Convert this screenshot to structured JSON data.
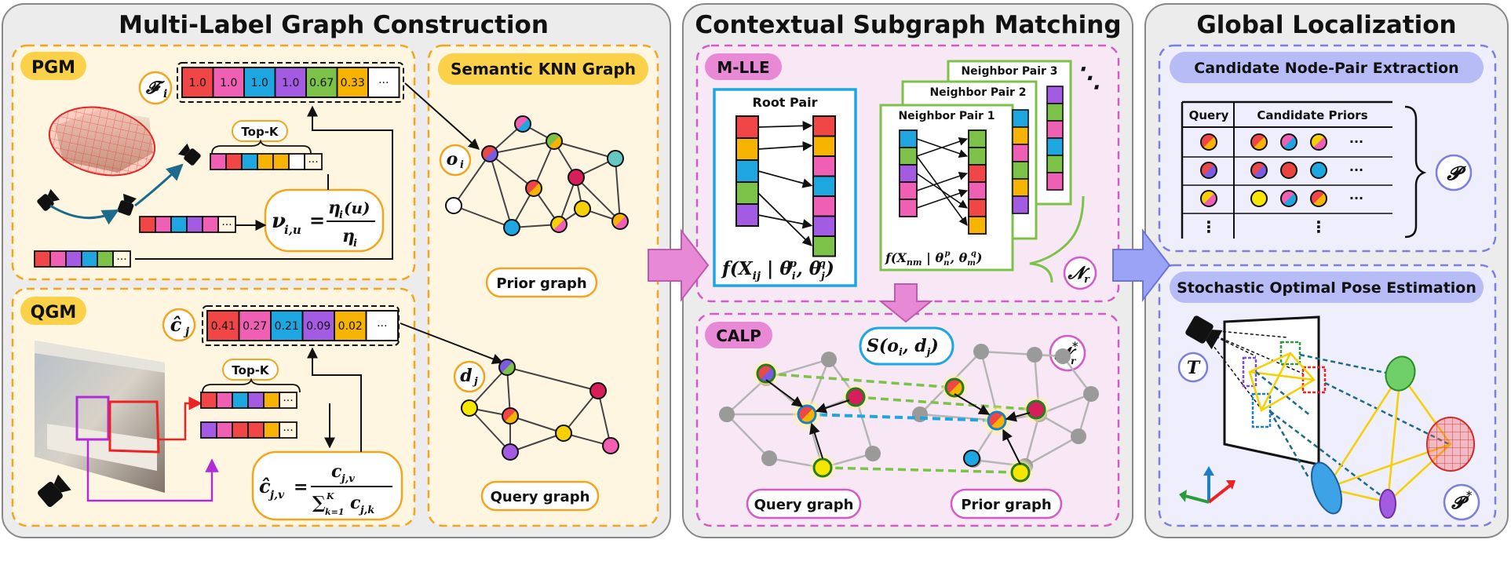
{
  "panels": {
    "left": {
      "title": "Multi-Label Graph Construction"
    },
    "middle": {
      "title": "Contextual Subgraph Matching"
    },
    "right": {
      "title": "Global Localization"
    }
  },
  "pgm": {
    "tag": "PGM",
    "feature_symbol": "𝓕",
    "feature_subscript": "i",
    "feature_values": [
      "1.0",
      "1.0",
      "1.0",
      "1.0",
      "0.67",
      "0.33",
      "···"
    ],
    "topk": "Top-K",
    "formula_lhs": "ν",
    "formula_lhs_sub": "i,u",
    "formula_num": "η",
    "formula_num_sub": "i",
    "formula_num_arg": "(u)",
    "formula_den": "η",
    "formula_den_sub": "i",
    "dots": "···"
  },
  "qgm": {
    "tag": "QGM",
    "feature_symbol": "ĉ",
    "feature_subscript": "j",
    "feature_values": [
      "0.41",
      "0.27",
      "0.21",
      "0.09",
      "0.02",
      "···"
    ],
    "topk": "Top-K",
    "formula_lhs": "ĉ",
    "formula_lhs_sub": "j,v",
    "formula_num": "c",
    "formula_num_sub": "j,v",
    "formula_den_sum": "∑",
    "formula_den_sup": "K",
    "formula_den_low": "k=1",
    "formula_den_c": "c",
    "formula_den_sub": "j,k",
    "dots": "···"
  },
  "semantic_knn": {
    "title": "Semantic KNN Graph",
    "prior_node": "o",
    "prior_node_sub": "i",
    "prior_label": "Prior graph",
    "query_node": "d",
    "query_node_sub": "j",
    "query_label": "Query graph"
  },
  "mlle": {
    "tag": "M-LLE",
    "root_label": "Root Pair",
    "neighbor_labels": [
      "Neighbor Pair 1",
      "Neighbor Pair 2",
      "Neighbor Pair 3"
    ],
    "root_formula": "f(X",
    "root_formula_sub": "ij",
    "root_formula_rest": " | θ",
    "root_theta1_sup": "p",
    "root_theta1_sub": "i",
    "root_theta2_sup": "q",
    "root_theta2_sub": "j",
    "nb_formula": "f(X",
    "nb_formula_sub": "nm",
    "nb_theta1_sup": "p",
    "nb_theta1_sub": "n",
    "nb_theta2_sup": "q",
    "nb_theta2_sub": "m",
    "nr_symbol": "𝓝",
    "nr_sub": "r",
    "ellipsis": "⋱"
  },
  "calp": {
    "tag": "CALP",
    "score": "S(o",
    "score_sub1": "i",
    "score_mid": ", d",
    "score_sub2": "j",
    "score_end": ")",
    "nr_star_symbol": "𝓝",
    "nr_star_sub": "r",
    "nr_star_sup": "*",
    "query_label": "Query graph",
    "prior_label": "Prior graph"
  },
  "candidate": {
    "title": "Candidate Node-Pair Extraction",
    "col_query": "Query",
    "col_priors": "Candidate Priors",
    "dots": "···",
    "vdots": "⋮",
    "set_symbol": "𝓟"
  },
  "pose": {
    "title": "Stochastic Optimal Pose Estimation",
    "t_symbol": "T",
    "pstar_symbol": "𝓟",
    "pstar_sup": "*"
  },
  "colors": {
    "orange_dash": "#f2a51e",
    "magenta_dash": "#d25bc9",
    "blue_dash": "#7b7fe0",
    "panel_gray": "#ececec",
    "cell_red": "#f04646",
    "cell_magenta": "#ef5fb4",
    "cell_blue": "#1ea6e0",
    "cell_purple": "#a45be3",
    "cell_green": "#7cc249",
    "cell_orange": "#f6b400"
  }
}
